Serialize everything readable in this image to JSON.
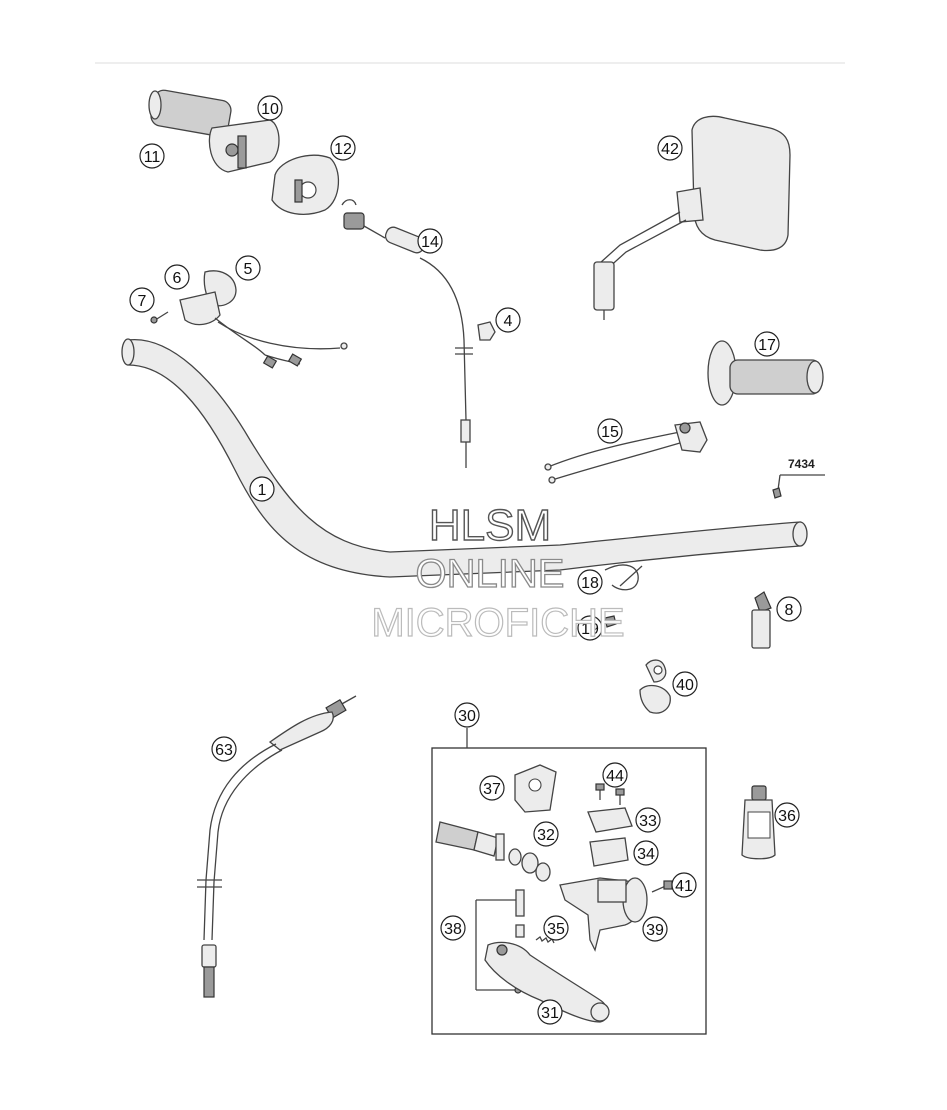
{
  "parts": {
    "p1": "1",
    "p4": "4",
    "p5": "5",
    "p6": "6",
    "p7": "7",
    "p8": "8",
    "p10": "10",
    "p11": "11",
    "p12": "12",
    "p14": "14",
    "p15": "15",
    "p17": "17",
    "p18": "18",
    "p19": "19",
    "p30": "30",
    "p31": "31",
    "p32": "32",
    "p33": "33",
    "p34": "34",
    "p35": "35",
    "p36": "36",
    "p37": "37",
    "p38": "38",
    "p39": "39",
    "p40": "40",
    "p41": "41",
    "p42": "42",
    "p44": "44",
    "p63": "63"
  },
  "plain_label": "7434",
  "watermark": {
    "line1": "HLSM",
    "line2": "ONLINE",
    "line3": "MICROFICHE"
  },
  "colors": {
    "line": "#444444",
    "watermark_dark": "#555555",
    "watermark_light": "#bbbbbb"
  }
}
